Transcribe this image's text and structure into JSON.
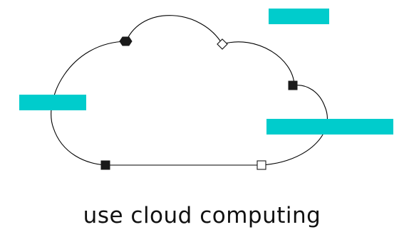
{
  "caption": "use cloud computing",
  "colors": {
    "line": "#000000",
    "marker_fill": "#1a1a1a",
    "marker_hollow": "#ffffff",
    "label_box": "#00cccc",
    "text": "#111111",
    "background": "#ffffff"
  },
  "diagram": {
    "shape": "cloud",
    "markers": [
      {
        "name": "hexagon-marker",
        "shape": "hexagon",
        "filled": true
      },
      {
        "name": "diamond-marker",
        "shape": "diamond",
        "filled": false
      },
      {
        "name": "square-marker-right",
        "shape": "square",
        "filled": true
      },
      {
        "name": "square-marker-bottom-left",
        "shape": "square",
        "filled": true
      },
      {
        "name": "square-marker-bottom-right",
        "shape": "square",
        "filled": false
      }
    ],
    "labels": [
      {
        "name": "label-box-top-right",
        "text": ""
      },
      {
        "name": "label-box-left",
        "text": ""
      },
      {
        "name": "label-box-right",
        "text": ""
      }
    ]
  }
}
